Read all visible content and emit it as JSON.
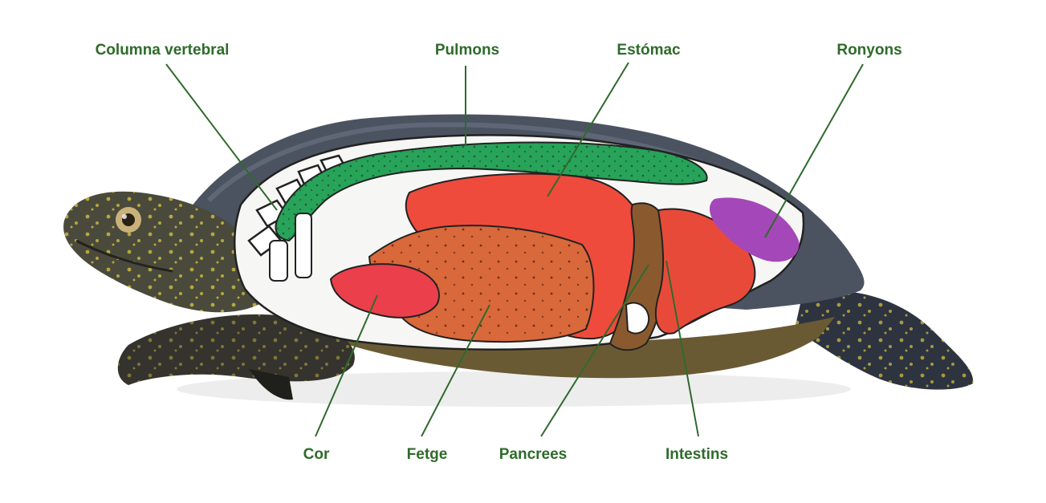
{
  "colors": {
    "label": "#2e6b2a",
    "leader": "#2f6a2c",
    "lungs": "#27a35a",
    "stomach": "#ee4b3d",
    "liver": "#d9683a",
    "heart": "#ec3f4c",
    "pancreas": "#8a5a2e",
    "intestines": "#e84a3a",
    "kidneys": "#a447b8",
    "shell": "#4b5361",
    "skin": "#3a3a34",
    "spots": "#d8c640"
  },
  "labels": {
    "columna_vertebral": "Columna vertebral",
    "pulmons": "Pulmons",
    "estomac": "Estómac",
    "ronyons": "Ronyons",
    "cor": "Cor",
    "fetge": "Fetge",
    "pancrees": "Pancrees",
    "intestins": "Intestins"
  }
}
